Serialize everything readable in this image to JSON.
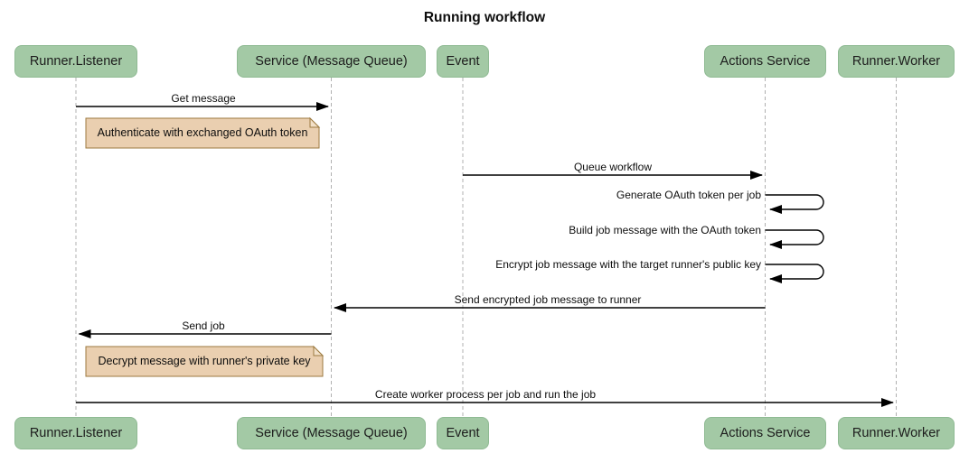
{
  "title": "Running workflow",
  "diagram": {
    "type": "sequence-diagram",
    "actors": [
      {
        "name": "Runner.Listener"
      },
      {
        "name": "Service (Message Queue)"
      },
      {
        "name": "Event"
      },
      {
        "name": "Actions Service"
      },
      {
        "name": "Runner.Worker"
      }
    ],
    "messages": [
      {
        "kind": "arrow",
        "from": "Runner.Listener",
        "to": "Service (Message Queue)",
        "label": "Get message"
      },
      {
        "kind": "note",
        "over": "Runner.Listener",
        "label": "Authenticate with exchanged OAuth token"
      },
      {
        "kind": "arrow",
        "from": "Event",
        "to": "Actions Service",
        "label": "Queue workflow"
      },
      {
        "kind": "self-arrow",
        "from": "Actions Service",
        "to": "Actions Service",
        "label": "Generate OAuth token per job"
      },
      {
        "kind": "self-arrow",
        "from": "Actions Service",
        "to": "Actions Service",
        "label": "Build job message with the OAuth token"
      },
      {
        "kind": "self-arrow",
        "from": "Actions Service",
        "to": "Actions Service",
        "label": "Encrypt job message with the target runner's public key"
      },
      {
        "kind": "arrow",
        "from": "Actions Service",
        "to": "Service (Message Queue)",
        "label": "Send encrypted job message to runner"
      },
      {
        "kind": "arrow",
        "from": "Service (Message Queue)",
        "to": "Runner.Listener",
        "label": "Send job"
      },
      {
        "kind": "note",
        "over": "Runner.Listener",
        "label": "Decrypt message with runner's private key"
      },
      {
        "kind": "arrow",
        "from": "Runner.Listener",
        "to": "Runner.Worker",
        "label": "Create worker process per job and run the job"
      }
    ],
    "colors": {
      "actor_fill": "#a3c9a5",
      "actor_border": "#8fba93",
      "note_fill": "#eacfb0",
      "note_flap": "#f2e0c8",
      "note_border": "#9c7a3f",
      "lifeline": "#b0b0b0",
      "arrow": "#000000"
    }
  }
}
